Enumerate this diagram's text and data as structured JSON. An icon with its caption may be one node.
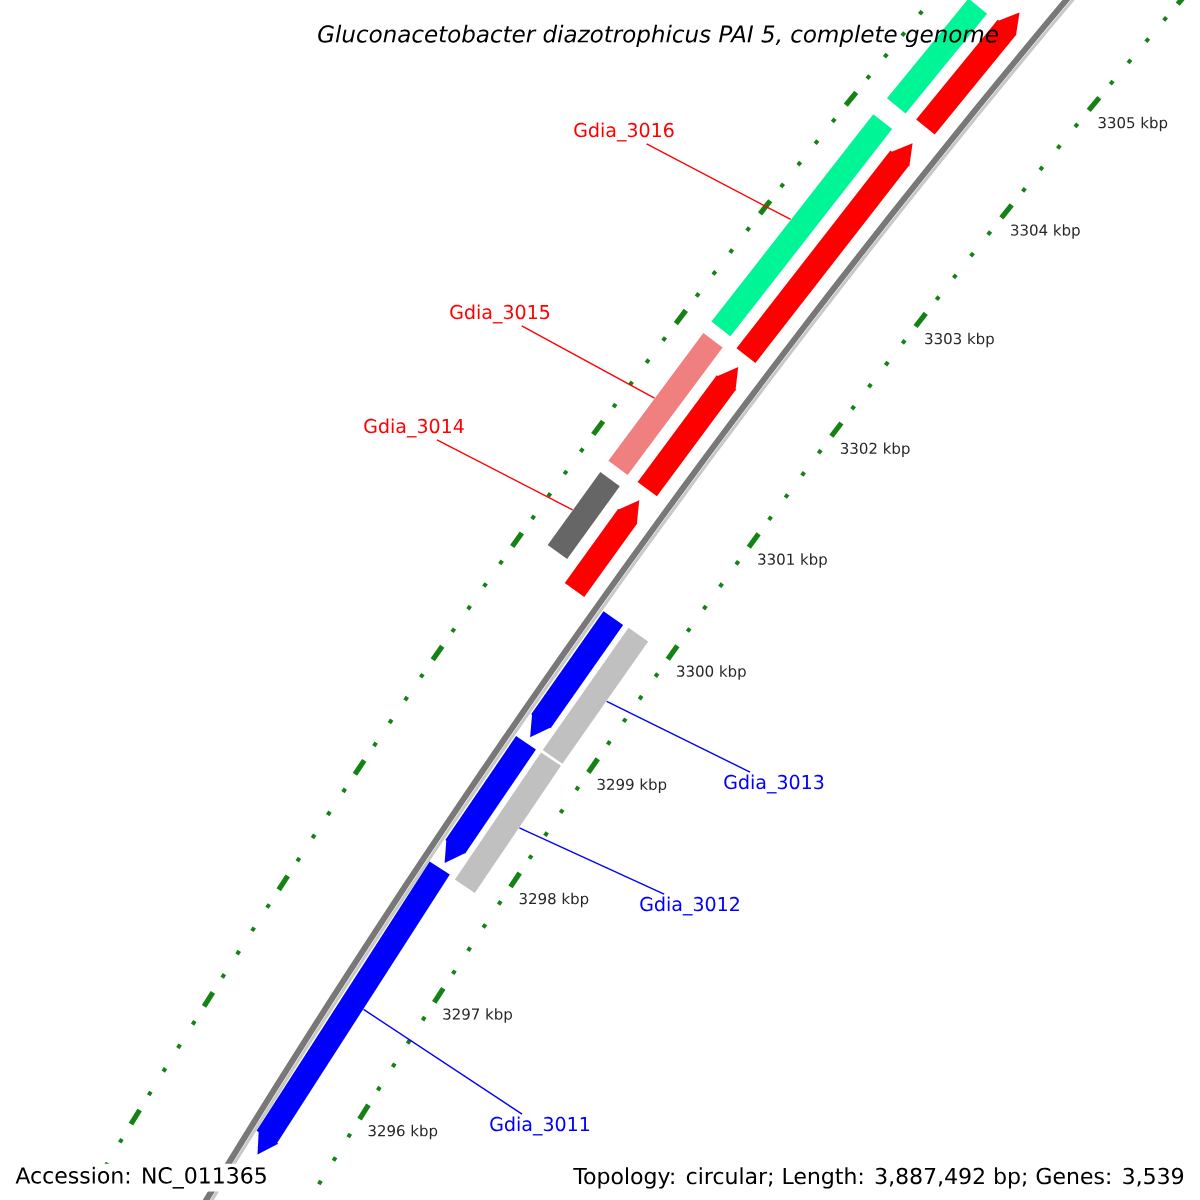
{
  "diagram": {
    "title": "Gluconacetobacter diazotrophicus PAI 5, complete genome",
    "nodes": [
      {
        "text": [
          "Gdia_3016"
        ]
      },
      {
        "text": [],
        "shape": "bar"
      },
      {
        "text": [
          "Gdia_3015"
        ]
      },
      {
        "text": [],
        "shape": "bar"
      },
      {
        "text": [
          "Gdia_3014"
        ]
      },
      {
        "text": [],
        "shape": "bar"
      },
      {
        "text": [],
        "shape": "bar"
      },
      {
        "text": [
          "Gdia_3013"
        ]
      },
      {
        "text": [],
        "shape": "bar"
      },
      {
        "text": [
          "Gdia_3012"
        ]
      },
      {
        "text": [],
        "shape": "bar"
      },
      {
        "text": [
          "Gdia_3011"
        ]
      },
      {
        "text": [],
        "shape": "bar"
      },
      {
        "text": [],
        "shape": "bar"
      },
      {
        "text": [],
        "shape": "bar"
      },
      {
        "text": [],
        "shape": "bar"
      },
      {
        "text": [],
        "shape": "bar"
      },
      {
        "text": [],
        "shape": "bar"
      },
      {
        "text": [],
        "shape": "bar"
      }
    ],
    "edges": [
      {
        "from": 0,
        "to": 1,
        "arrow": "none",
        "color": "#ff0000"
      },
      {
        "from": 2,
        "to": 3,
        "arrow": "none",
        "color": "#ff0000"
      },
      {
        "from": 4,
        "to": 5,
        "arrow": "none",
        "color": "#ff0000"
      },
      {
        "from": 7,
        "to": 6,
        "arrow": "none",
        "color": "#0000ff"
      },
      {
        "from": 9,
        "to": 8,
        "arrow": "none",
        "color": "#0000ff"
      },
      {
        "from": 11,
        "to": 10,
        "arrow": "none",
        "color": "#0000ff"
      }
    ],
    "labels": [
      "3305 kbp",
      "3304 kbp",
      "3303 kbp",
      "3302 kbp",
      "3301 kbp",
      "3300 kbp",
      "3299 kbp",
      "3298 kbp",
      "3297 kbp",
      "3296 kbp",
      "Accession: NC_011365",
      "Topology: circular; Length: 3,887,492 bp; Genes: 3,539"
    ]
  }
}
